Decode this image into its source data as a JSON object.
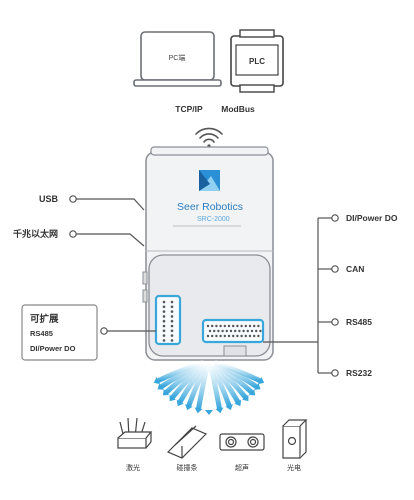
{
  "top_devices": {
    "pc_label": "PC端",
    "plc_label": "PLC"
  },
  "protocols": {
    "tcp": "TCP/IP",
    "modbus": "ModBus"
  },
  "controller": {
    "brand": "Seer Robotics",
    "model": "SRC-2000",
    "logo_color": "#2b8fd6"
  },
  "left_ports": {
    "usb": "USB",
    "ethernet": "千兆以太网"
  },
  "expand_box": {
    "title": "可扩展",
    "line1": "RS485",
    "line2": "DI/Power DO"
  },
  "right_ports": [
    "DI/Power DO",
    "CAN",
    "RS485",
    "RS232"
  ],
  "sensors": [
    "激光",
    "碰撞条",
    "超声",
    "光电"
  ],
  "colors": {
    "accent": "#3aa7dc",
    "line": "#555555",
    "body": "#f1f2f4",
    "outline": "#8a8f96"
  }
}
